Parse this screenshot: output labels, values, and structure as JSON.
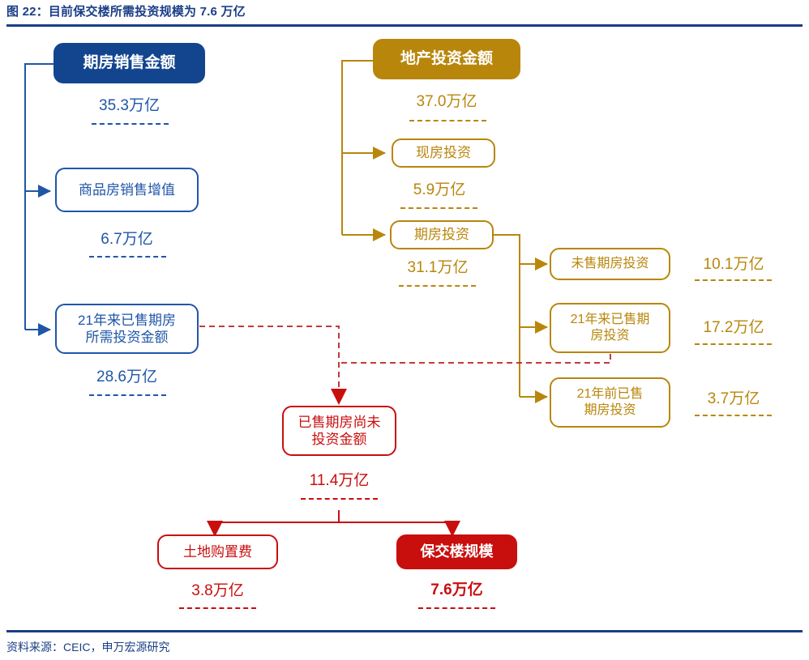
{
  "header": {
    "title": "图 22：目前保交楼所需投资规模为 7.6 万亿"
  },
  "footer": {
    "source": "资料来源：CEIC，申万宏源研究"
  },
  "colors": {
    "blue": "#13458F",
    "blue_outline": "#1F56A8",
    "gold": "#B8860B",
    "red": "#C90E0E",
    "white": "#FFFFFF"
  },
  "chart_data": {
    "type": "diagram",
    "title": "图 22：目前保交楼所需投资规模为 7.6 万亿",
    "unit": "万亿",
    "branches": [
      {
        "name": "期房销售金额",
        "color": "#13458F",
        "value": "35.3万亿",
        "children": [
          {
            "name": "商品房销售增值",
            "value": "6.7万亿"
          },
          {
            "name": "21年来已售期房\n所需投资金额",
            "value": "28.6万亿"
          }
        ]
      },
      {
        "name": "地产投资金额",
        "color": "#B8860B",
        "value": "37.0万亿",
        "children": [
          {
            "name": "现房投资",
            "value": "5.9万亿"
          },
          {
            "name": "期房投资",
            "value": "31.1万亿",
            "children": [
              {
                "name": "未售期房投资",
                "value": "10.1万亿"
              },
              {
                "name": "21年来已售期\n房投资",
                "value": "17.2万亿"
              },
              {
                "name": "21年前已售\n期房投资",
                "value": "3.7万亿"
              }
            ]
          }
        ]
      },
      {
        "name": "已售期房尚未\n投资金额",
        "color": "#C90E0E",
        "value": "11.4万亿",
        "children": [
          {
            "name": "土地购置费",
            "value": "3.8万亿"
          },
          {
            "name": "保交楼规模",
            "value": "7.6万亿"
          }
        ]
      }
    ]
  },
  "nodes": {
    "qifang_sales": {
      "label": "期房销售金额",
      "value": "35.3万亿"
    },
    "commodity_value": {
      "label": "商品房销售增值",
      "value": "6.7万亿"
    },
    "sold_since21": {
      "label": "21年来已售期房\n所需投资金额",
      "value": "28.6万亿"
    },
    "re_invest": {
      "label": "地产投资金额",
      "value": "37.0万亿"
    },
    "xianfang_invest": {
      "label": "现房投资",
      "value": "5.9万亿"
    },
    "qifang_invest": {
      "label": "期房投资",
      "value": "31.1万亿"
    },
    "unsold_qifang": {
      "label": "未售期房投资",
      "value": "10.1万亿"
    },
    "sold21_qifang": {
      "label": "21年来已售期\n房投资",
      "value": "17.2万亿"
    },
    "pre21_qifang": {
      "label": "21年前已售\n期房投资",
      "value": "3.7万亿"
    },
    "unspent_sold": {
      "label": "已售期房尚未\n投资金额",
      "value": "11.4万亿"
    },
    "land_fee": {
      "label": "土地购置费",
      "value": "3.8万亿"
    },
    "delivery_scale": {
      "label": "保交楼规模",
      "value": "7.6万亿"
    }
  }
}
